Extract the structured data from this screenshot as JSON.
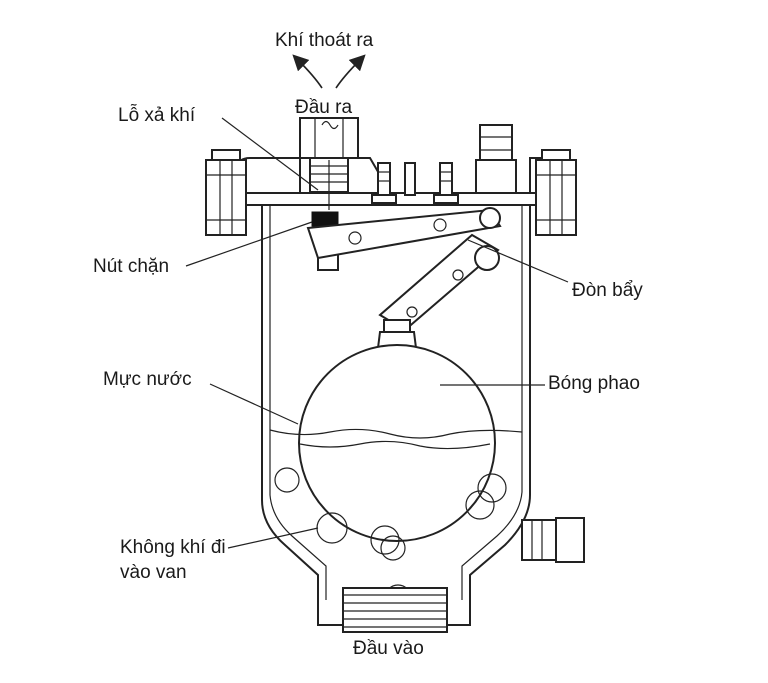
{
  "diagram": {
    "labels": {
      "air_out": "Khí thoát ra",
      "outlet": "Đầu ra",
      "vent_hole": "Lỗ xả khí",
      "stopper": "Nút chặn",
      "lever": "Đòn bẩy",
      "water_level": "Mực nước",
      "float_ball": "Bóng phao",
      "air_into_valve_line1": "Không khí đi",
      "air_into_valve_line2": "vào van",
      "inlet": "Đầu vào"
    },
    "colors": {
      "line": "#222222",
      "text": "#1a1a1a",
      "background": "#ffffff"
    }
  }
}
